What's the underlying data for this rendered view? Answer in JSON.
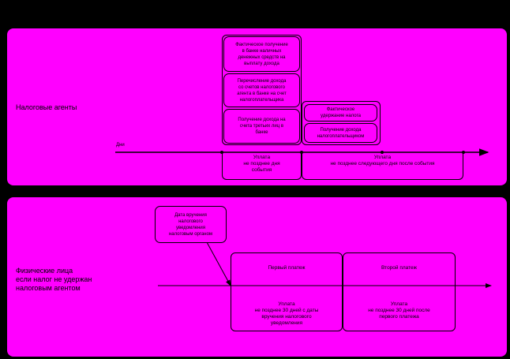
{
  "agents": {
    "label": "Налоговые агенты",
    "axis_label": "Дни",
    "events": [
      "Фактическое получение\nв банке наличных\nденежных средств на\nвыплату дохода",
      "Перечисление дохода\nсо счетов налогового\nагента в банке на счет\nналогоплательщика",
      "Получение дохода на\nсчета третьих лиц в\nбанке"
    ],
    "later_events": [
      "Фактическое\nудержание налога",
      "Получение дохода\nналогоплательщиком"
    ],
    "payment1": "Уплата\nне позднее дня\nсобытия",
    "payment2": "Уплата\nне позднее следующего дня после события"
  },
  "persons": {
    "label": "Физические лица\nесли налог не удержан\nналоговым агентом",
    "notice": "Дата вручения\nналогового\nуведомления\nналоговым органом",
    "first_title": "Первый платеж",
    "second_title": "Второй платеж",
    "first_due": "Уплата\nне позднее 30 дней с даты\nвручения налогового\nуведомления",
    "second_due": "Уплата\nне позднее 30 дней после\nпервого платежа"
  }
}
